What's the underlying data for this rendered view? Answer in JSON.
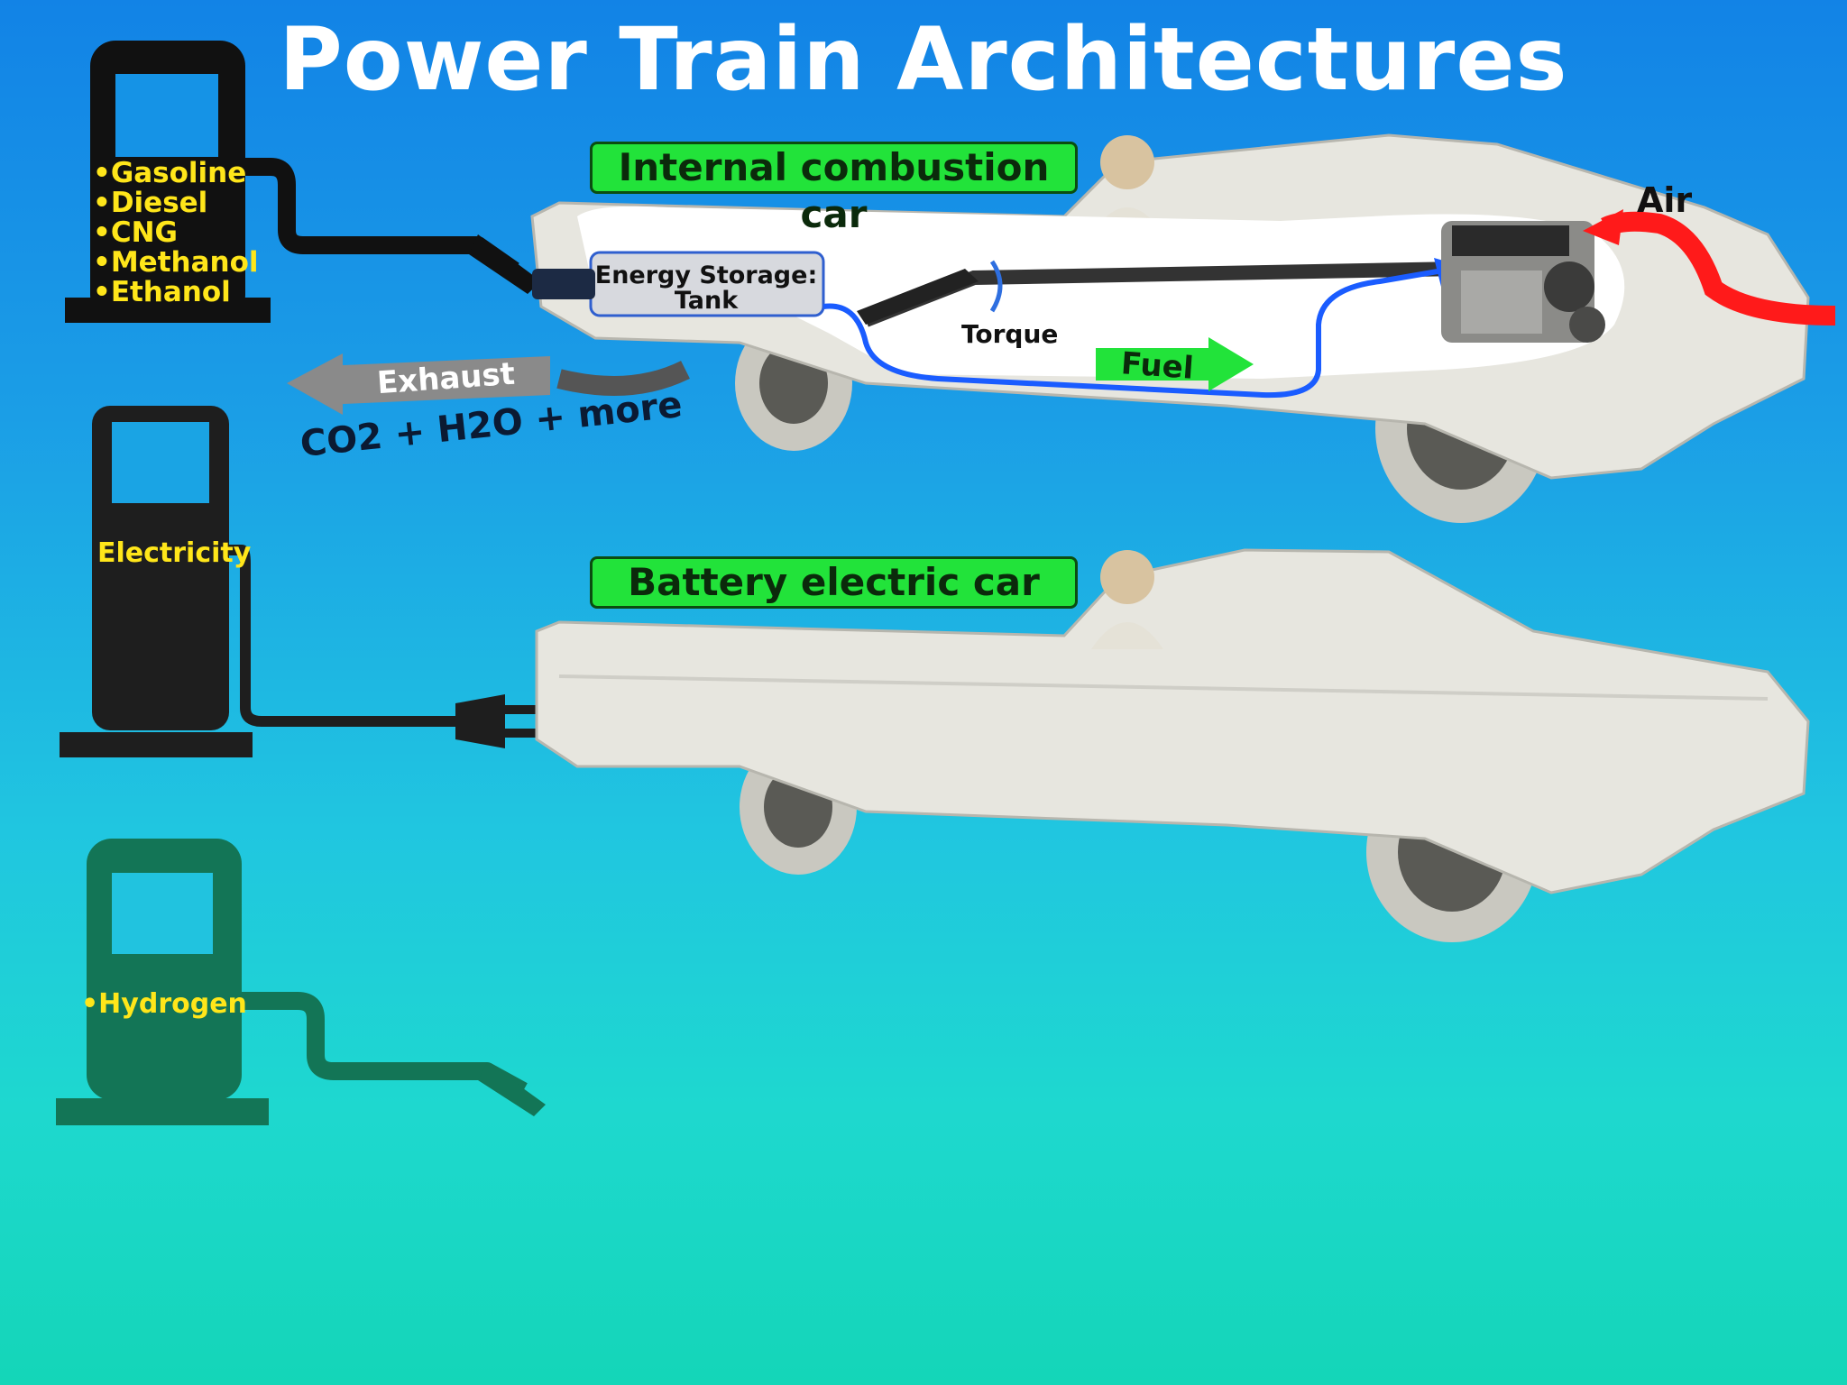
{
  "title": "Power Train Architectures",
  "fuels": {
    "liquid": [
      "•Gasoline",
      "•Diesel",
      "•CNG",
      "•Methanol",
      "•Ethanol"
    ],
    "electricity": "Electricity",
    "hydrogen": "•Hydrogen"
  },
  "ice_car": {
    "label": "Internal combustion car",
    "storage_line1": "Energy Storage:",
    "storage_line2": "Tank",
    "torque": "Torque",
    "fuel": "Fuel",
    "air": "Air",
    "exhaust": "Exhaust",
    "emissions": "CO2 + H2O + more"
  },
  "bev_car": {
    "label": "Battery electric car"
  },
  "colors": {
    "pump_black": "#111111",
    "pump_electric": "#1e1e1e",
    "pump_hydrogen": "#137556",
    "label_green": "#22e33a",
    "air_arrow": "#ff1a1a",
    "fuel_line": "#1a5cff",
    "text_yellow": "#ffe61a"
  }
}
